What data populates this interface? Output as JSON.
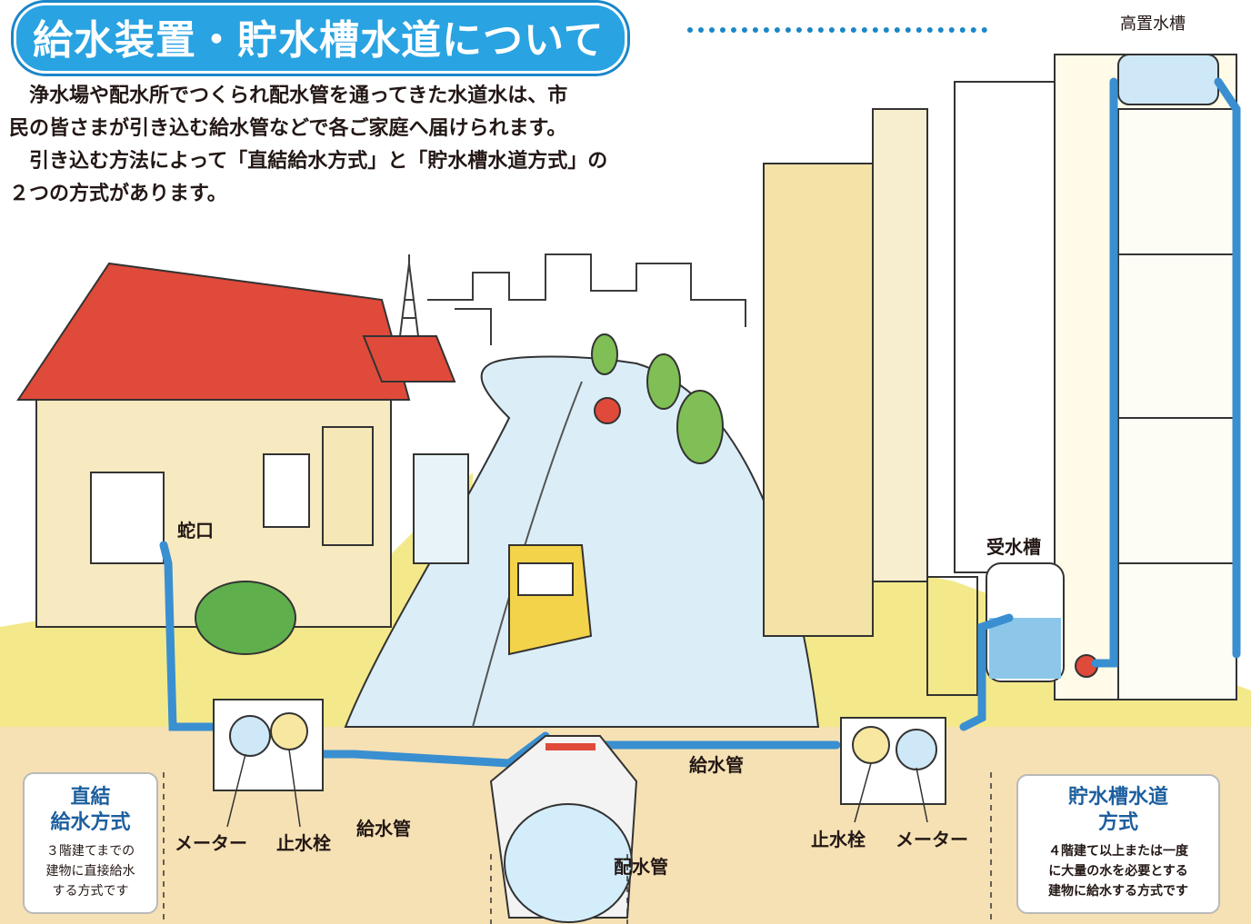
{
  "header": {
    "title": "給水装置・貯水槽水道について"
  },
  "intro": {
    "lines": [
      "　浄水場や配水所でつくられ配水管を通ってきた水道水は、市",
      "民の皆さまが引き込む給水管などで各ご家庭へ届けられます。",
      "　引き込む方法によって「直結給水方式」と「貯水槽水道方式」の",
      "２つの方式があります。"
    ]
  },
  "labels": {
    "elevated_tank": "高置水槽",
    "faucet": "蛇口",
    "receiving_tank": "受水槽",
    "supply_pipe_left": "給水管",
    "supply_pipe_right": "給水管",
    "distribution_main": "配水管",
    "meter_left": "メーター",
    "stopcock_left": "止水栓",
    "stopcock_right": "止水栓",
    "meter_right": "メーター"
  },
  "direct_box": {
    "title_line1": "直結",
    "title_line2": "給水方式",
    "desc_line1": "３階建てまでの",
    "desc_line2": "建物に直接給水",
    "desc_line3": "する方式です"
  },
  "tank_box": {
    "title_line1": "貯水槽水道",
    "title_line2": "方式",
    "desc_line1": "４階建て以上または一度",
    "desc_line2": "に大量の水を必要とする",
    "desc_line3": "建物に給水する方式です"
  },
  "colors": {
    "title_blue": "#29a3e2",
    "pipe_blue": "#3a8fd1",
    "roof_red": "#e04a3a",
    "ground": "#f6e1b4",
    "grass": "#f3e98a"
  }
}
